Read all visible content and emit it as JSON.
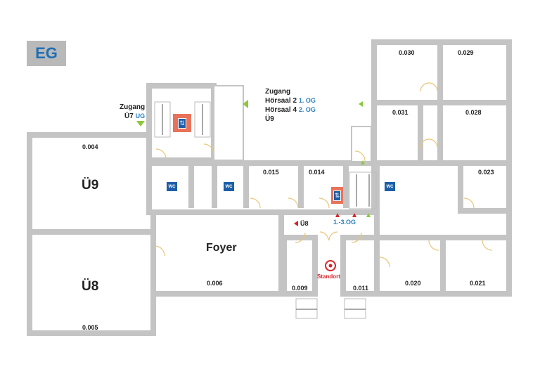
{
  "floor": {
    "label": "EG"
  },
  "colors": {
    "wall": "#c4c4c4",
    "door": "#e8c77a",
    "accent_blue": "#2a7fc0",
    "alert_red": "#d9232a",
    "arrow_green": "#8dc63f",
    "lift_bg": "#e8735a",
    "wc_bg": "#1d5ea8"
  },
  "rooms": {
    "r0004": "0.004",
    "r0005": "0.005",
    "r0006": "0.006",
    "r0009": "0.009",
    "r0011": "0.011",
    "r0014": "0.014",
    "r0015": "0.015",
    "r0020": "0.020",
    "r0021": "0.021",
    "r0023": "0.023",
    "r0028": "0.028",
    "r0029": "0.029",
    "r0030": "0.030",
    "r0031": "0.031"
  },
  "halls": {
    "u9": "Ü9",
    "u8": "Ü8",
    "foyer": "Foyer"
  },
  "access_west": {
    "title": "Zugang",
    "target": "Ü7",
    "level": "UG"
  },
  "access_north": {
    "title": "Zugang",
    "line1": "Hörsaal 2",
    "line1_level": "1. OG",
    "line2": "Hörsaal 4",
    "line2_level": "2. OG",
    "line3": "Ü9"
  },
  "markers": {
    "u8_arrow": "Ü8",
    "upper_floors": "1.-3.OG",
    "standort": "Standort"
  },
  "icons": {
    "wc": "WC",
    "lift": "elevator-icon",
    "location": "target-icon"
  }
}
